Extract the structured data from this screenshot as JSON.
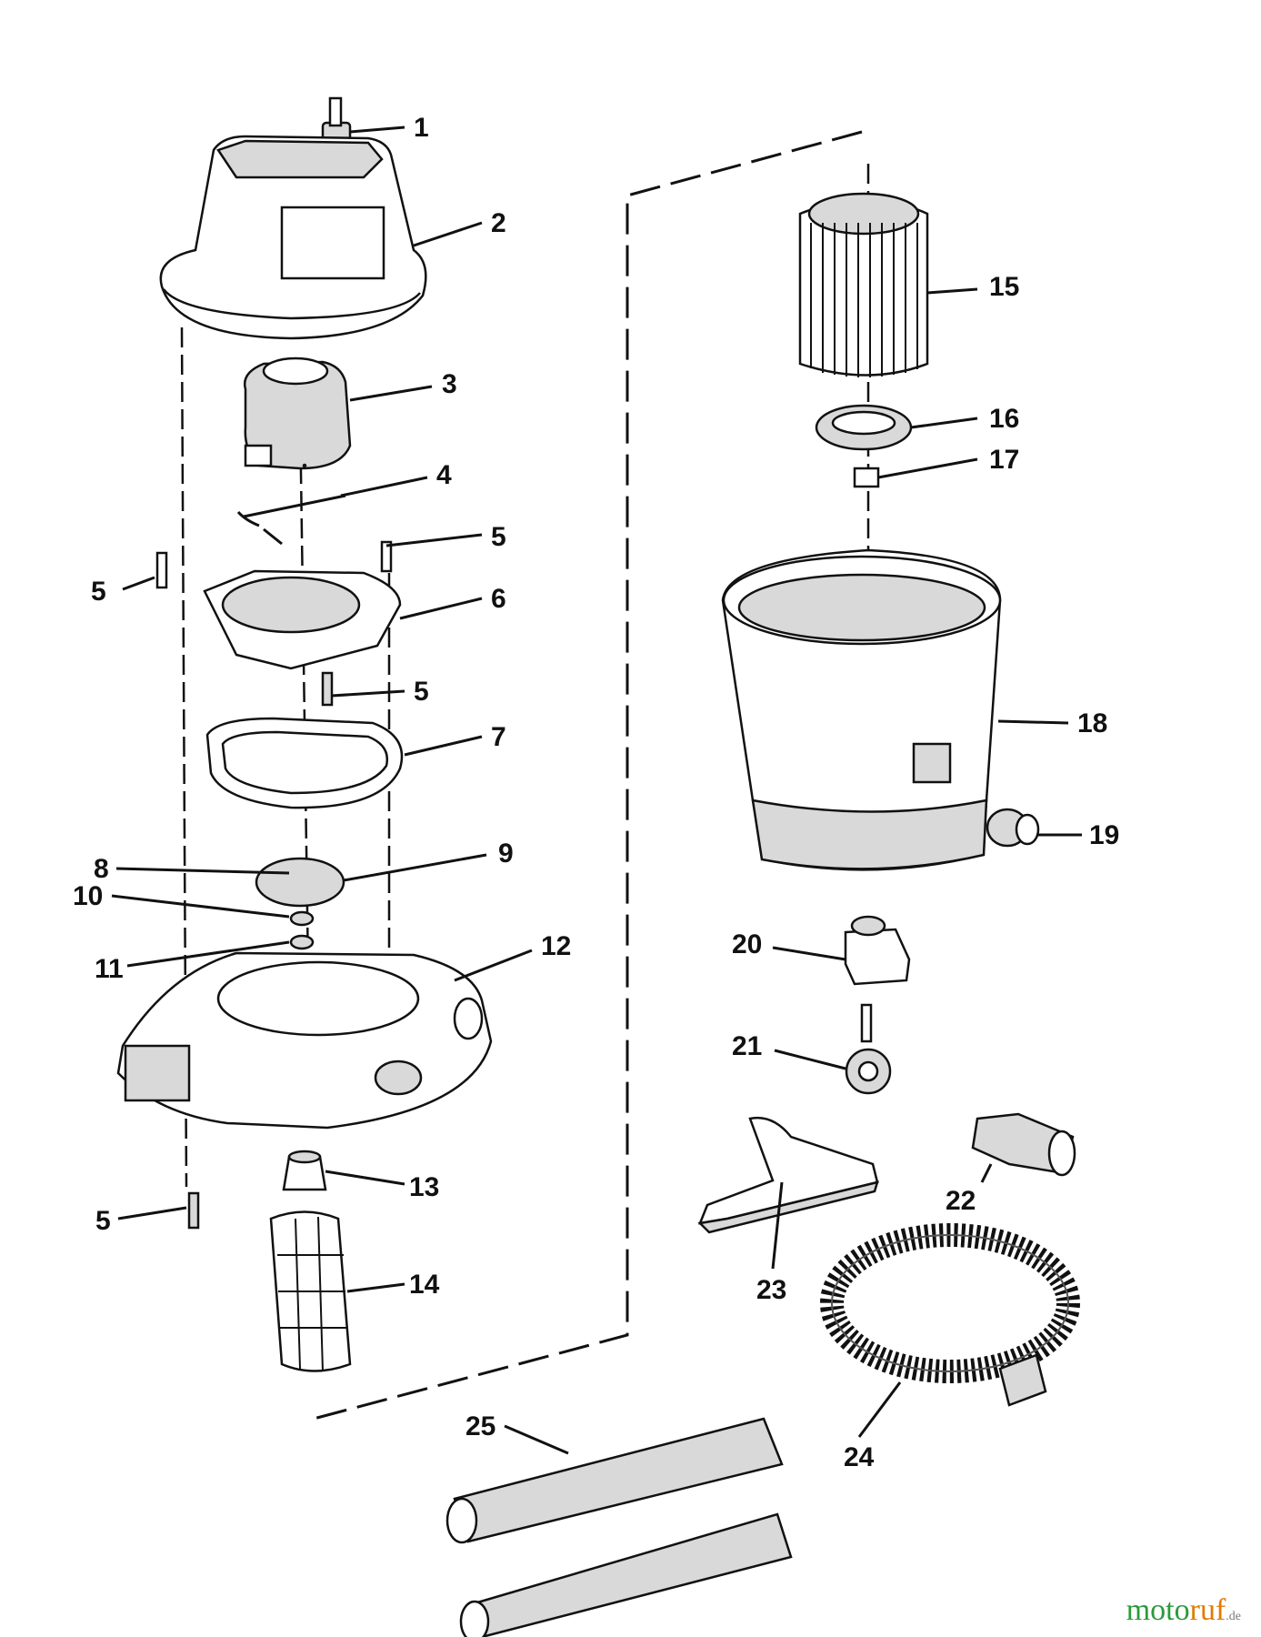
{
  "callouts": [
    {
      "label": "1"
    },
    {
      "label": "2"
    },
    {
      "label": "3"
    },
    {
      "label": "4"
    },
    {
      "label": "5"
    },
    {
      "label": "5"
    },
    {
      "label": "6"
    },
    {
      "label": "5"
    },
    {
      "label": "7"
    },
    {
      "label": "8"
    },
    {
      "label": "9"
    },
    {
      "label": "10"
    },
    {
      "label": "11"
    },
    {
      "label": "12"
    },
    {
      "label": "5"
    },
    {
      "label": "13"
    },
    {
      "label": "14"
    },
    {
      "label": "15"
    },
    {
      "label": "16"
    },
    {
      "label": "17"
    },
    {
      "label": "18"
    },
    {
      "label": "19"
    },
    {
      "label": "20"
    },
    {
      "label": "21"
    },
    {
      "label": "22"
    },
    {
      "label": "23"
    },
    {
      "label": "24"
    },
    {
      "label": "25"
    }
  ],
  "watermark": {
    "part1": "moto",
    "part2": "ruf",
    "suffix": ".de"
  },
  "colors": {
    "watermark_green": "#2a9a3a",
    "watermark_orange": "#e07b00"
  }
}
